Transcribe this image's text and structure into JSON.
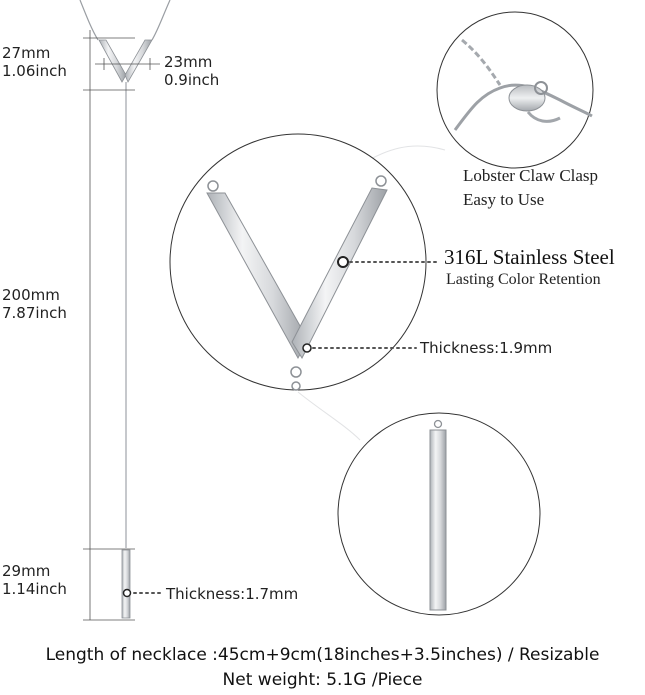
{
  "dimensions": {
    "top_length_mm": "27mm",
    "top_length_inch": "1.06inch",
    "v_width_mm": "23mm",
    "v_width_inch": "0.9inch",
    "drop_length_mm": "200mm",
    "drop_length_inch": "7.87inch",
    "bar_length_mm": "29mm",
    "bar_length_inch": "1.14inch"
  },
  "callouts": {
    "clasp_line1": "Lobster Claw Clasp",
    "clasp_line2": "Easy to Use",
    "material_title": "316L Stainless Steel",
    "material_subtitle": "Lasting Color Retention",
    "v_thickness": "Thickness:1.9mm",
    "bar_thickness": "Thickness:1.7mm"
  },
  "footer": {
    "length_text": "Length of necklace :45cm+9cm(18inches+3.5inches) / Resizable",
    "weight_text": "Net weight: 5.1G /Piece"
  },
  "colors": {
    "metal": "#c9ccd0",
    "metal_dark": "#8d9196",
    "dimension_line": "#555555",
    "circle_outline": "#333333"
  }
}
